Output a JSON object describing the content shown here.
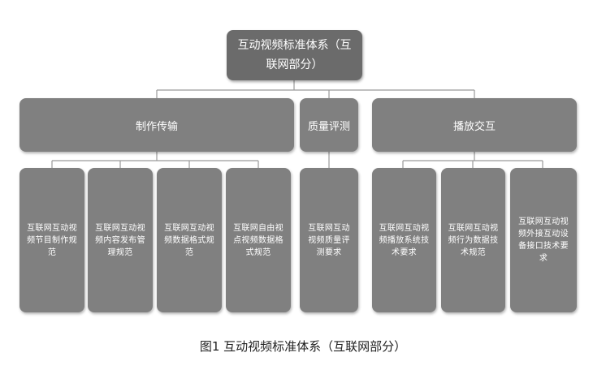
{
  "root": {
    "label": "互动视频标准体系（互联网部分）"
  },
  "categories": [
    {
      "label": "制作传输"
    },
    {
      "label": "质量评测"
    },
    {
      "label": "播放交互"
    }
  ],
  "leaves": [
    {
      "label": "互联网互动视频节目制作规范"
    },
    {
      "label": "互联网互动视频内容发布管理规范"
    },
    {
      "label": "互联网互动视频数据格式规范"
    },
    {
      "label": "互联网自由视点视频数据格式规范"
    },
    {
      "label": "互联网互动视频质量评测要求"
    },
    {
      "label": "互联网互动视频播放系统技术要求"
    },
    {
      "label": "互联网互动视频行为数据技术规范"
    },
    {
      "label": "互联网互动视频外接互动设备接口技术要求"
    }
  ],
  "caption": "图1  互动视频标准体系（互联网部分）",
  "colors": {
    "root": "#6b6b6b",
    "box": "#808080",
    "connector": "#9a9a9a"
  }
}
